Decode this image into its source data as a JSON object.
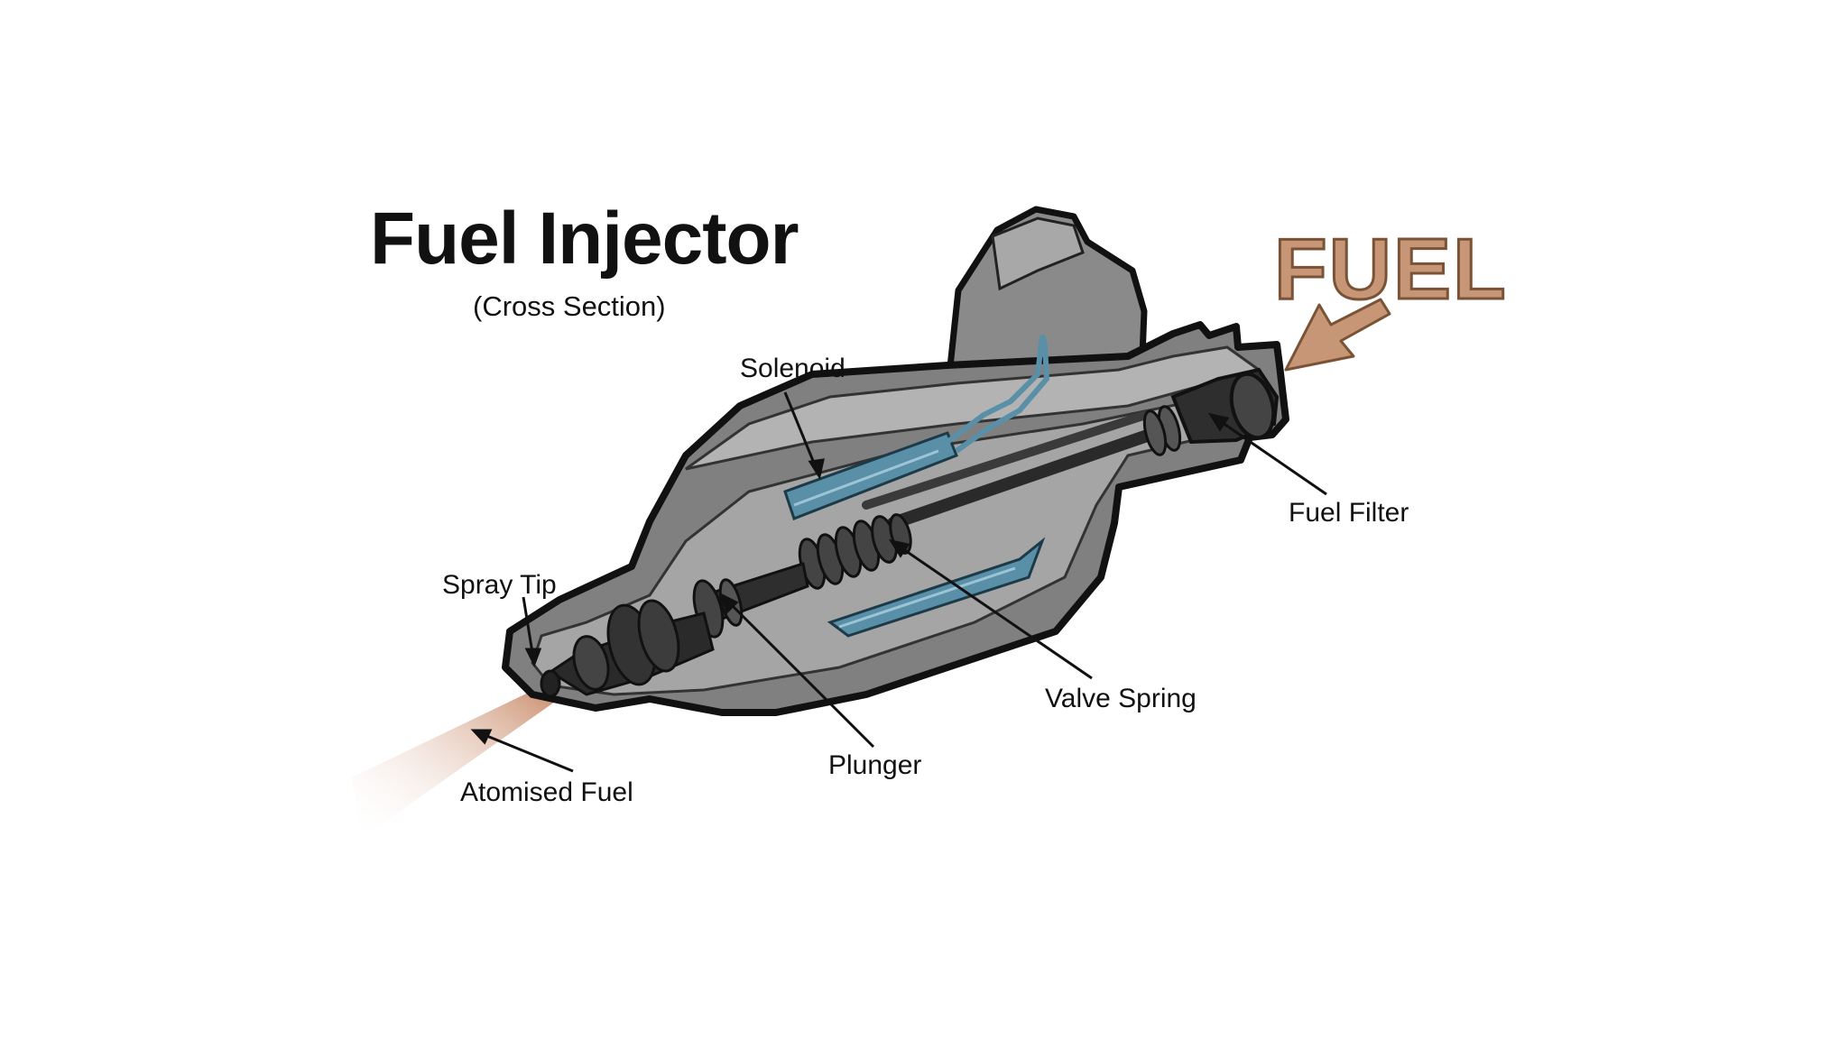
{
  "diagram": {
    "title": "Fuel Injector",
    "subtitle": "(Cross Section)",
    "input_label": "FUEL",
    "labels": {
      "solenoid": "Solenoid",
      "fuel_filter": "Fuel Filter",
      "spray_tip": "Spray Tip",
      "valve_spring": "Valve Spring",
      "plunger": "Plunger",
      "atomised_fuel": "Atomised Fuel"
    },
    "colors": {
      "body": "#7f7f7f",
      "body_light": "#a6a6a6",
      "outline": "#111111",
      "coil": "#5a8fa8",
      "fuel": "#c69677",
      "spray": "#d9a88c"
    }
  }
}
